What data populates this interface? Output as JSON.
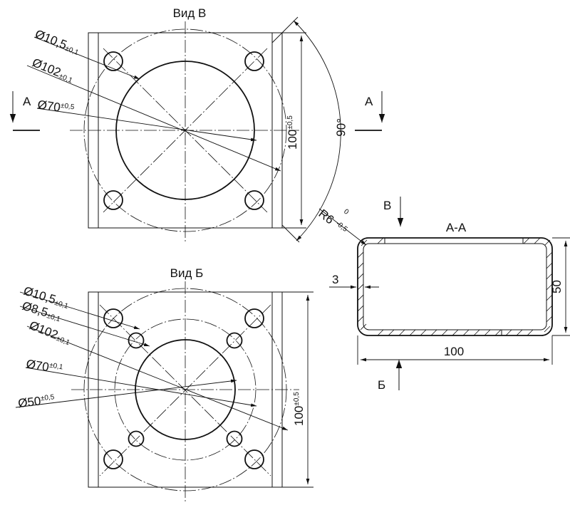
{
  "view_b": {
    "title": "Вид В",
    "hole_small": "Ø10,5",
    "hole_small_tol": "±0,1",
    "bolt_circle": "Ø102",
    "bolt_circle_tol": "±0,1",
    "bore": "Ø70",
    "bore_tol": "±0,5",
    "width": "100",
    "width_tol": "±0,5",
    "angle": "90°",
    "radius": "R6",
    "radius_tol_upper": "0",
    "radius_tol_lower": "-0,5"
  },
  "view_bb": {
    "title": "Вид Б",
    "hole_small": "Ø10,5",
    "hole_small_tol": "±0,1",
    "hole_inner": "Ø8,5",
    "hole_inner_tol": "±0,1",
    "bolt_circle": "Ø102",
    "bolt_circle_tol": "±0,1",
    "bore": "Ø70",
    "bore_tol": "±0,1",
    "inner_circle": "Ø50",
    "inner_circle_tol": "±0,5",
    "width": "100",
    "width_tol": "±0,5"
  },
  "section": {
    "title": "А-А",
    "wall": "3",
    "height": "50",
    "length": "100",
    "view_b_marker": "В",
    "view_bb_marker": "Б"
  },
  "cut_markers": {
    "left": "А",
    "right": "А"
  }
}
